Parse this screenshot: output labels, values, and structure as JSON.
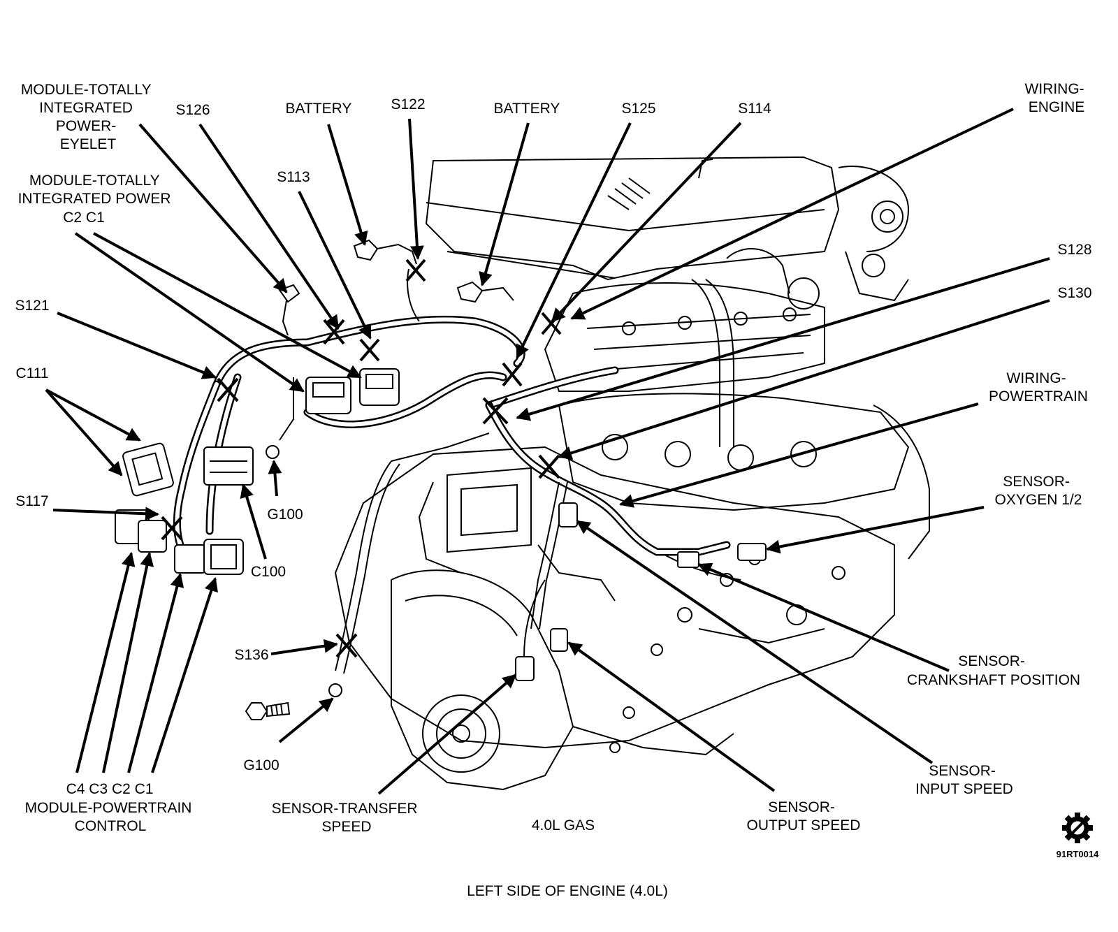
{
  "labels": {
    "tip_eyelet": [
      "MODULE-TOTALLY",
      "INTEGRATED",
      "POWER-",
      "EYELET"
    ],
    "s126": "S126",
    "battery_left": "BATTERY",
    "s122": "S122",
    "battery_right": "BATTERY",
    "s125": "S125",
    "s114": "S114",
    "wiring_engine": [
      "WIRING-",
      "ENGINE"
    ],
    "s113": "S113",
    "tip_connectors": [
      "MODULE-TOTALLY",
      "INTEGRATED POWER",
      "C2  C1"
    ],
    "s128": "S128",
    "s121": "S121",
    "s130": "S130",
    "c111": "C111",
    "wiring_powertrain": [
      "WIRING-",
      "POWERTRAIN"
    ],
    "sensor_oxygen": [
      "SENSOR-",
      "OXYGEN 1/2"
    ],
    "s117": "S117",
    "g100_upper": "G100",
    "c100": "C100",
    "s136": "S136",
    "sensor_crankshaft": [
      "SENSOR-",
      "CRANKSHAFT POSITION"
    ],
    "g100_lower": "G100",
    "sensor_input": [
      "SENSOR-",
      "INPUT SPEED"
    ],
    "pcm": [
      "C4  C3  C2  C1",
      "MODULE-POWERTRAIN",
      "CONTROL"
    ],
    "sensor_transfer": [
      "SENSOR-TRANSFER",
      "SPEED"
    ],
    "engine_type": "4.0L GAS",
    "sensor_output": [
      "SENSOR-",
      "OUTPUT SPEED"
    ]
  },
  "figure_code": "91RT0014",
  "caption": "LEFT SIDE OF ENGINE  (4.0L)"
}
